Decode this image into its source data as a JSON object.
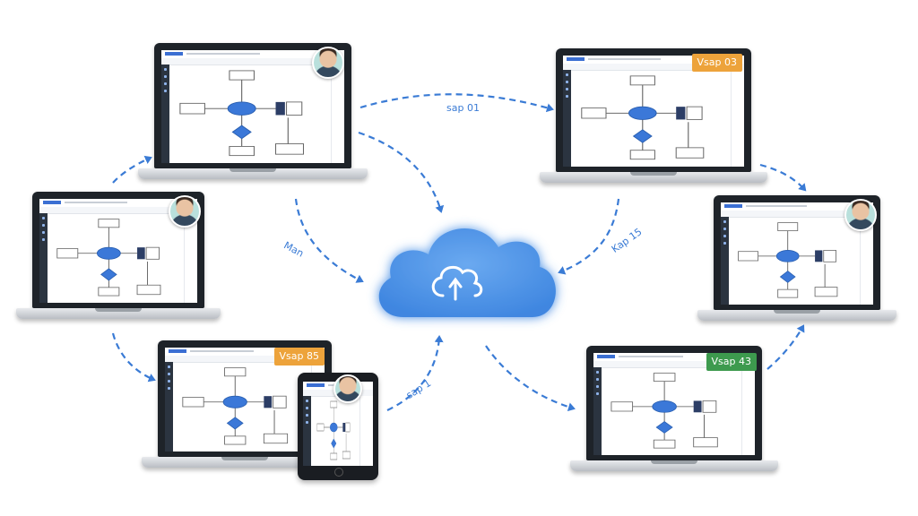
{
  "colors": {
    "accent": "#3a7bd5",
    "cloud": "#4a90e6",
    "badge_orange": "#eda33b",
    "badge_green": "#3d9a4e",
    "screen_dark": "#1e2329"
  },
  "center": {
    "icon": "cloud-sync-icon"
  },
  "devices": [
    {
      "id": "laptop-top-left",
      "kind": "laptop",
      "avatar": true,
      "badge": null
    },
    {
      "id": "laptop-top-right",
      "kind": "laptop",
      "avatar": false,
      "badge": "Vsap 03"
    },
    {
      "id": "laptop-mid-left",
      "kind": "laptop",
      "avatar": true,
      "badge": null
    },
    {
      "id": "laptop-mid-right",
      "kind": "laptop",
      "avatar": true,
      "badge": null
    },
    {
      "id": "laptop-bottom-left",
      "kind": "laptop",
      "avatar": false,
      "badge": "Vsap 85"
    },
    {
      "id": "tablet-bottom",
      "kind": "tablet",
      "avatar": true,
      "badge": null
    },
    {
      "id": "laptop-bottom-right",
      "kind": "laptop",
      "avatar": false,
      "badge": "Vsap 43"
    }
  ],
  "arrow_labels": {
    "top": "sap 01",
    "left": "Man",
    "right": "Kap 15",
    "bottom": "sap 1"
  }
}
